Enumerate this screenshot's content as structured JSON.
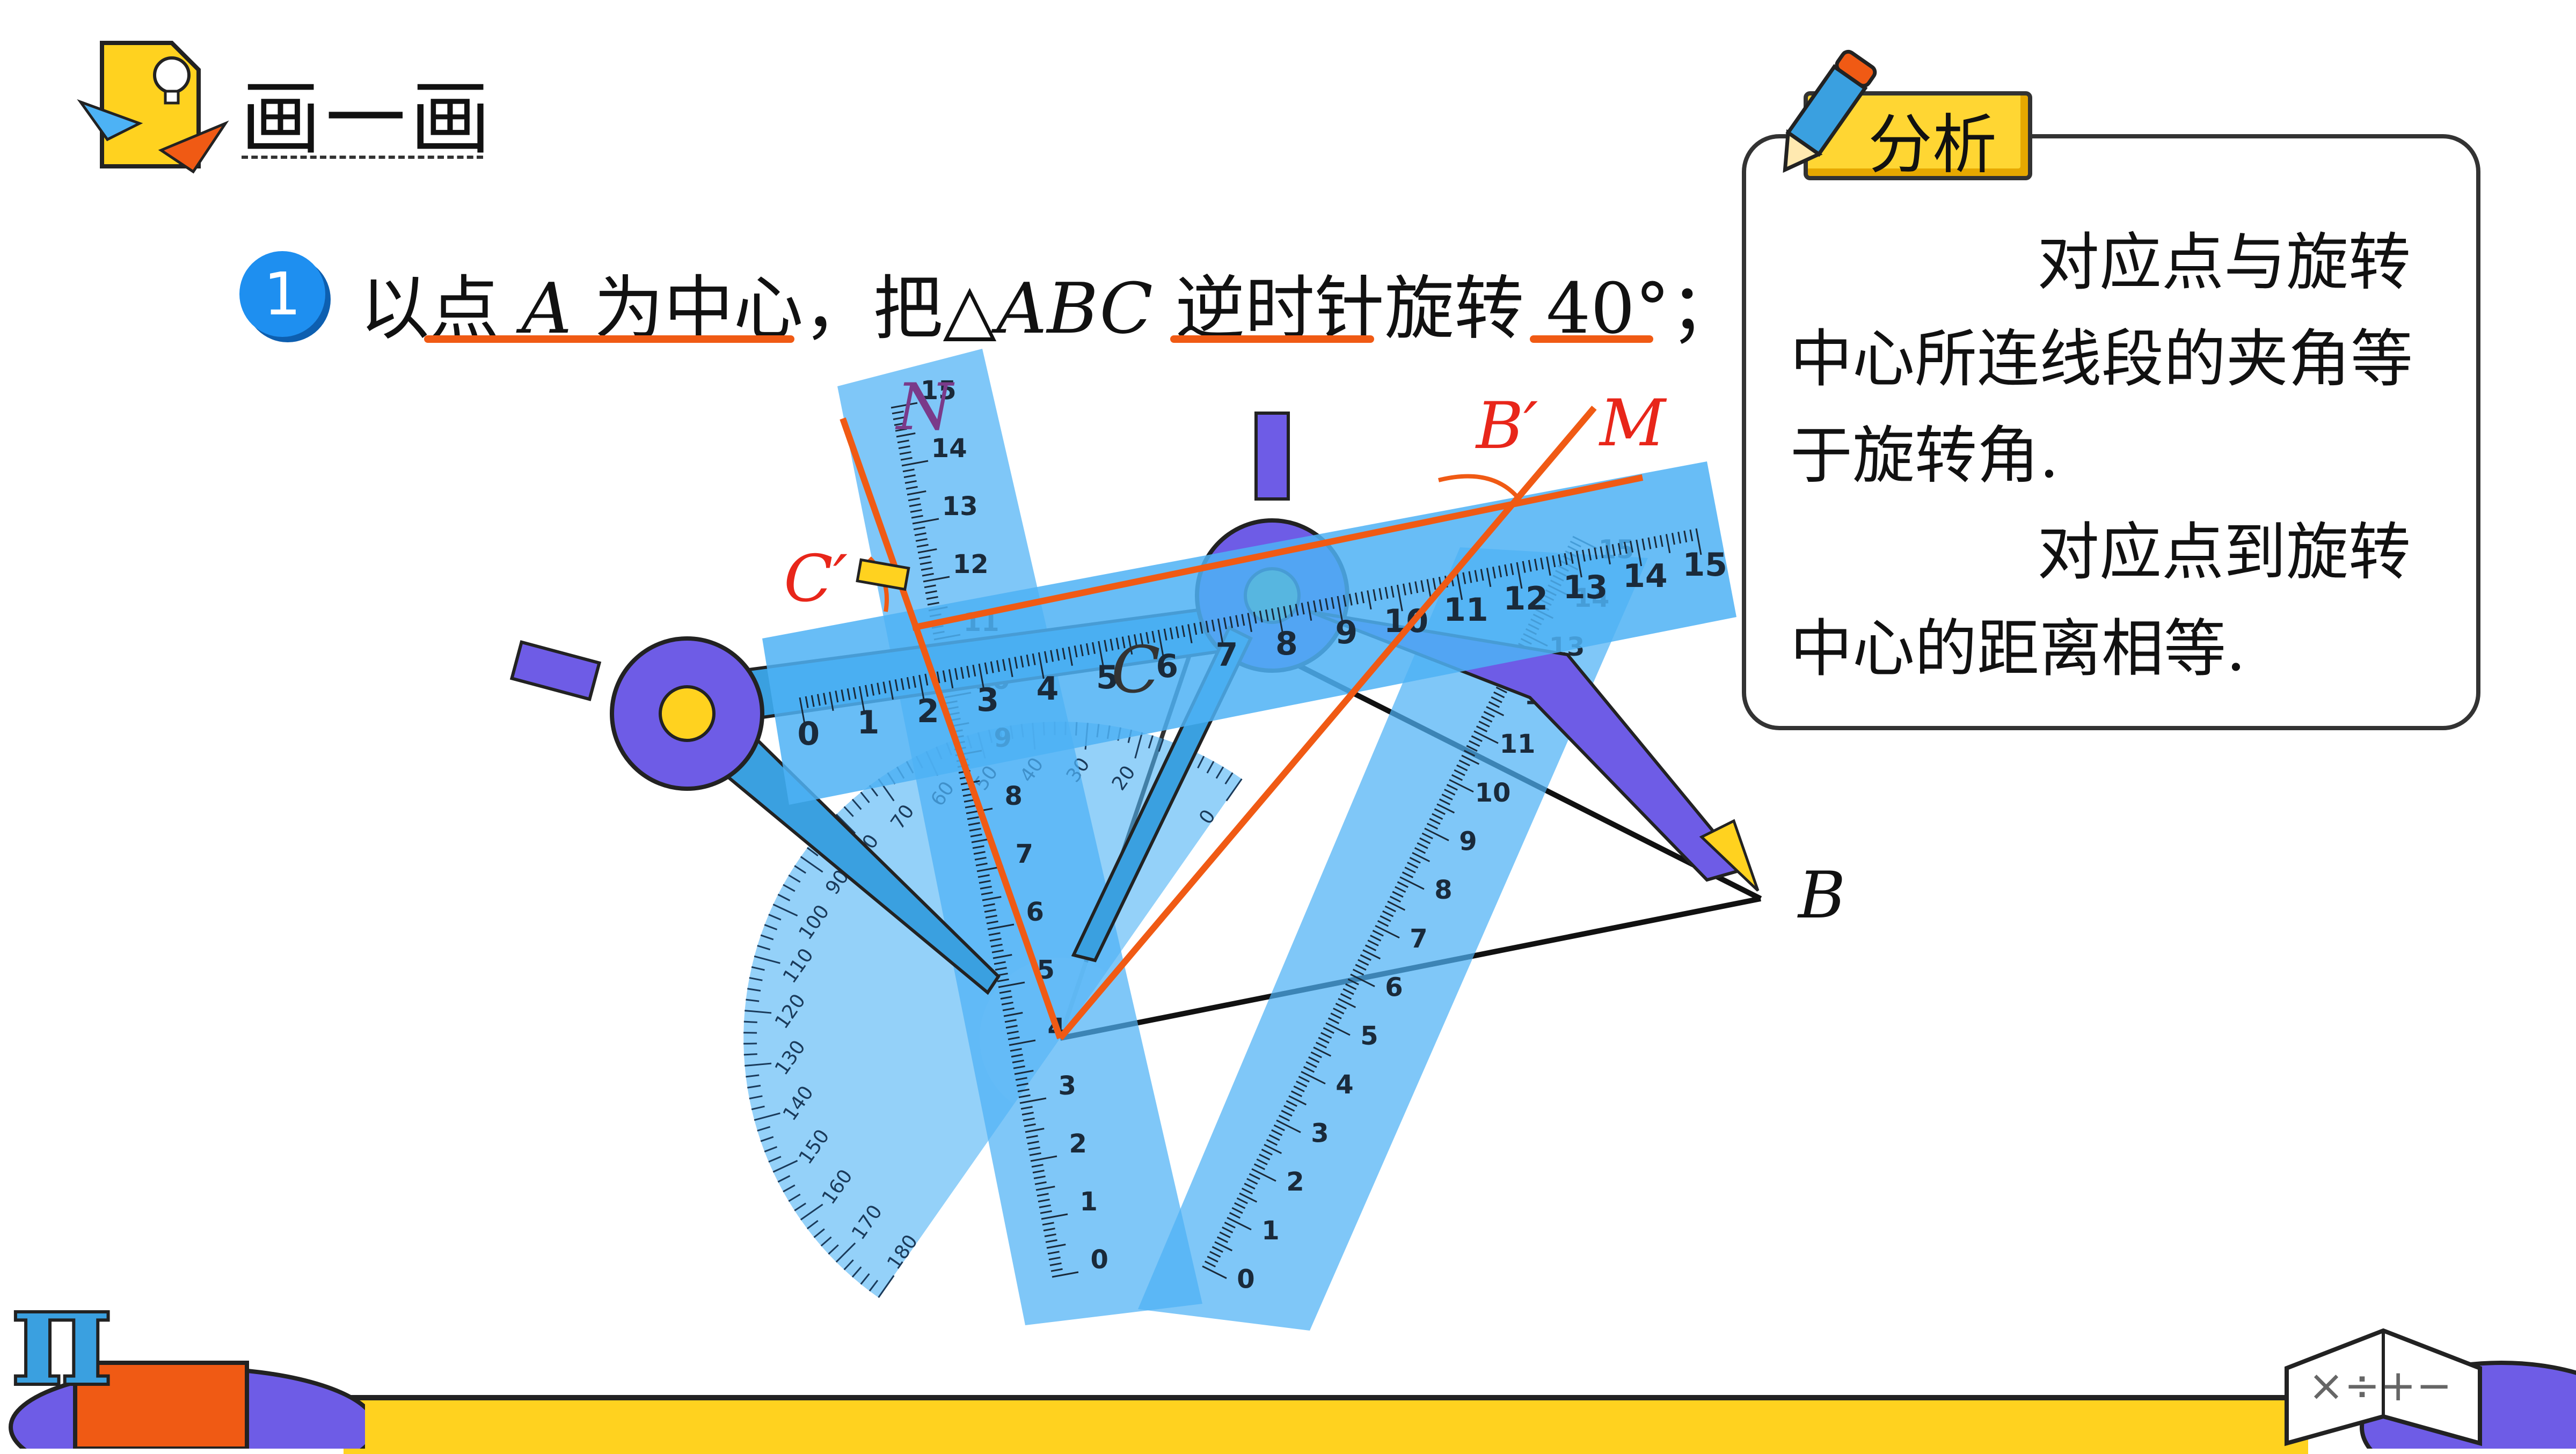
{
  "header": {
    "title": "画一画"
  },
  "step": {
    "number": "1"
  },
  "instruction": {
    "part1": "以点",
    "point": "A",
    "part2": "为中心，把△",
    "triangle": "ABC",
    "part3": "逆时针旋转",
    "angle": "40°",
    "punct": "；"
  },
  "analysis": {
    "tab": "分析",
    "paragraph1": "对应点与旋转中心所连线段的夹角等于旋转角.",
    "paragraph2": "对应点到旋转中心的距离相等."
  },
  "diagram": {
    "labels": {
      "B": "B",
      "B_prime": "B′",
      "C": "C",
      "C_prime": "C′",
      "M": "M",
      "N": "N"
    },
    "ruler_top": [
      "0",
      "1",
      "2",
      "3",
      "4",
      "5",
      "6",
      "7",
      "8",
      "9",
      "10",
      "11",
      "12",
      "13",
      "14",
      "15"
    ],
    "ruler_left": [
      "0",
      "1",
      "2",
      "3",
      "4",
      "5",
      "6",
      "7",
      "8",
      "9",
      "10",
      "11",
      "12",
      "13",
      "14",
      "15"
    ],
    "ruler_mid": [
      "0",
      "1",
      "2",
      "3",
      "4",
      "5",
      "6",
      "7",
      "8",
      "9",
      "10",
      "11",
      "12",
      "13",
      "14",
      "15"
    ],
    "protractor_marks": [
      "0",
      "10",
      "20",
      "30",
      "40",
      "50",
      "60",
      "70",
      "80",
      "90",
      "100",
      "110",
      "120",
      "130",
      "140",
      "150",
      "160",
      "170",
      "180"
    ],
    "colors": {
      "orange_line": "#f05a14",
      "ruler_fill": "#4db2f5",
      "compass_body": "#3aa0e0",
      "compass_knob": "#6e5ce6",
      "label_red": "#e8261a",
      "label_black": "#111111"
    }
  },
  "decorations": {
    "pi_symbol": "π",
    "book_symbols": "×÷+−"
  }
}
